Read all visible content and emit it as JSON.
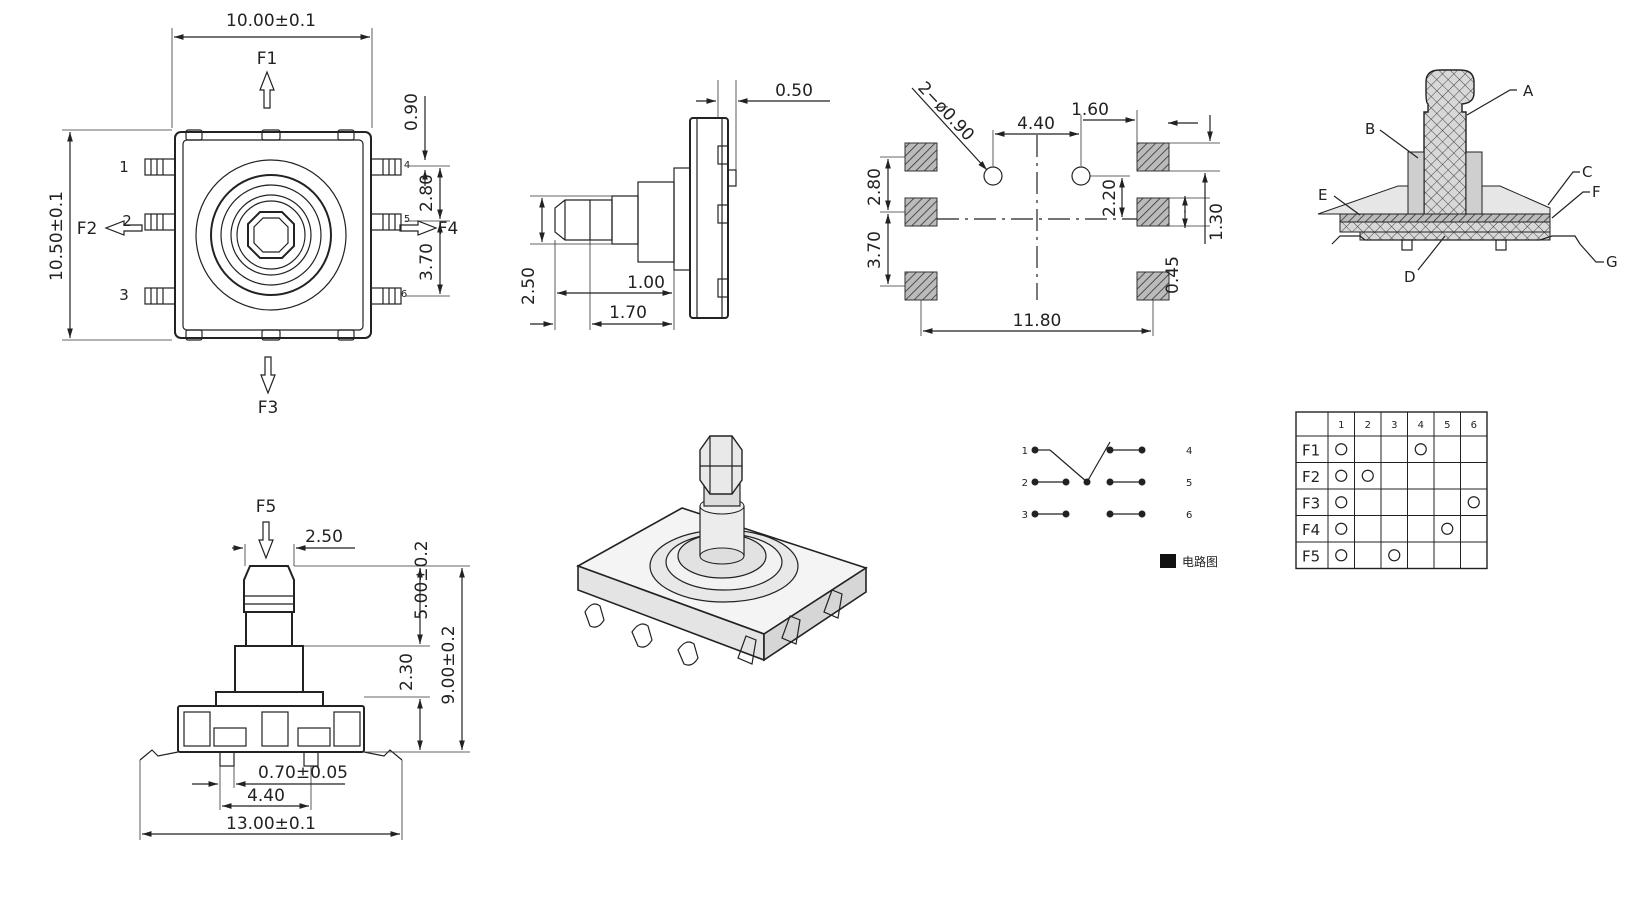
{
  "top_view": {
    "width_dim": "10.00±0.1",
    "height_dim": "10.50±0.1",
    "force_labels": [
      "F1",
      "F2",
      "F3",
      "F4"
    ],
    "pin_labels": [
      "1",
      "2",
      "3",
      "4",
      "5",
      "6"
    ],
    "pin_dims": [
      "0.90",
      "2.80",
      "3.70"
    ]
  },
  "side_view": {
    "dims": [
      "0.50",
      "2.50",
      "1.00",
      "1.70"
    ]
  },
  "footprint": {
    "hole_dim": "2−ø0.90",
    "dims": [
      "4.40",
      "1.60",
      "2.80",
      "3.70",
      "2.20",
      "1.30",
      "0.45",
      "11.80"
    ]
  },
  "cross_section": {
    "part_labels": [
      "A",
      "B",
      "C",
      "D",
      "E",
      "F",
      "G"
    ]
  },
  "front_view": {
    "force_label": "F5",
    "dims": [
      "2.50",
      "5.00±0.2",
      "2.30",
      "9.00±0.2",
      "0.70±0.05",
      "4.40",
      "13.00±0.1"
    ]
  },
  "circuit": {
    "pin_labels": [
      "1",
      "2",
      "3",
      "4",
      "5",
      "6"
    ],
    "legend_label": "电路图"
  },
  "truth_table": {
    "columns": [
      "1",
      "2",
      "3",
      "4",
      "5",
      "6"
    ],
    "rows": [
      {
        "label": "F1",
        "marks": [
          1,
          4
        ]
      },
      {
        "label": "F2",
        "marks": [
          1,
          2
        ]
      },
      {
        "label": "F3",
        "marks": [
          1,
          6
        ]
      },
      {
        "label": "F4",
        "marks": [
          1,
          5
        ]
      },
      {
        "label": "F5",
        "marks": [
          1,
          3
        ]
      }
    ]
  }
}
